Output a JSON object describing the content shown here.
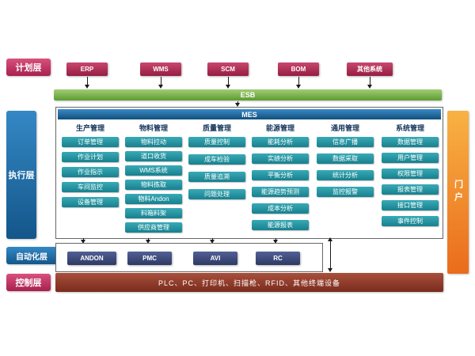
{
  "planning": {
    "label": "计划层",
    "systems": [
      "ERP",
      "WMS",
      "SCM",
      "BOM",
      "其他系统"
    ]
  },
  "esb": {
    "label": "ESB"
  },
  "execution": {
    "label": "执行层",
    "mes_title": "MES",
    "columns": [
      {
        "title": "生产管理",
        "items": [
          "订单管理",
          "作业计划",
          "作业指示",
          "车间监控",
          "设备管理"
        ]
      },
      {
        "title": "物料管理",
        "items": [
          "物料拉动",
          "道口收货",
          "WMS系统",
          "物料拣取",
          "物料Andon",
          "料箱料架",
          "供应商管理"
        ]
      },
      {
        "title": "质量管理",
        "items": [
          "质量控制",
          "成车检验",
          "质量追溯",
          "问题处理"
        ]
      },
      {
        "title": "能源管理",
        "items": [
          "能耗分析",
          "实绩分析",
          "平衡分析",
          "能源趋势预测",
          "成本分析",
          "能源报表"
        ]
      },
      {
        "title": "通用管理",
        "items": [
          "信息广播",
          "数据采取",
          "统计分析",
          "监控报警"
        ]
      },
      {
        "title": "系统管理",
        "items": [
          "数据管理",
          "用户管理",
          "权限管理",
          "报表管理",
          "接口管理",
          "事件控制"
        ]
      }
    ]
  },
  "automation": {
    "label": "自动化层",
    "systems": [
      "ANDON",
      "PMC",
      "AVI",
      "RC"
    ]
  },
  "control": {
    "label": "控制层",
    "devices": "PLC、PC、打印机、扫描枪、RFID、其他终端设备"
  },
  "portal": {
    "label": "门户"
  },
  "colors": {
    "planning_box": "#b02a52",
    "esb_bar": "#6aa83f",
    "mes_header": "#1c6ea4",
    "module_box": "#2a96a3",
    "layer_blue": "#1f6fae",
    "layer_pink": "#c13060",
    "automation_box": "#425080",
    "control_bar": "#93392a",
    "portal_bar": "#f08124"
  }
}
